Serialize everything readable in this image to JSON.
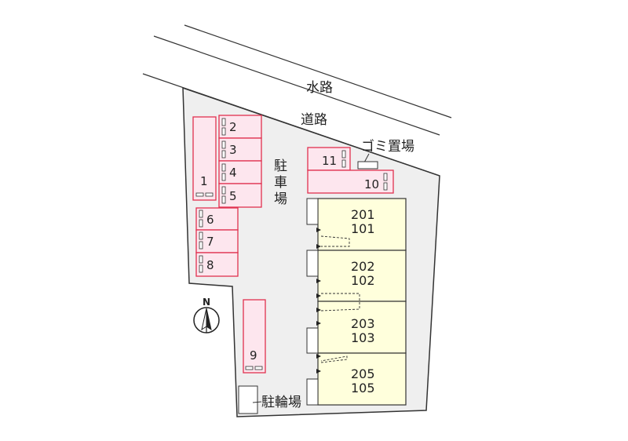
{
  "labels": {
    "waterway": "水路",
    "road": "道路",
    "garbage": "ゴミ置場",
    "parking": [
      "駐",
      "車",
      "場"
    ],
    "bicycle": "駐輪場",
    "north": "N"
  },
  "parking_spaces": [
    "1",
    "2",
    "3",
    "4",
    "5",
    "6",
    "7",
    "8",
    "9",
    "10",
    "11"
  ],
  "units": [
    {
      "upper": "201",
      "lower": "101"
    },
    {
      "upper": "202",
      "lower": "102"
    },
    {
      "upper": "203",
      "lower": "103"
    },
    {
      "upper": "205",
      "lower": "105"
    }
  ],
  "colors": {
    "lot_fill": "#efefef",
    "parking_fill": "#fde6ee",
    "parking_stroke": "#e0314f",
    "unit_fill": "#ffffdc"
  }
}
